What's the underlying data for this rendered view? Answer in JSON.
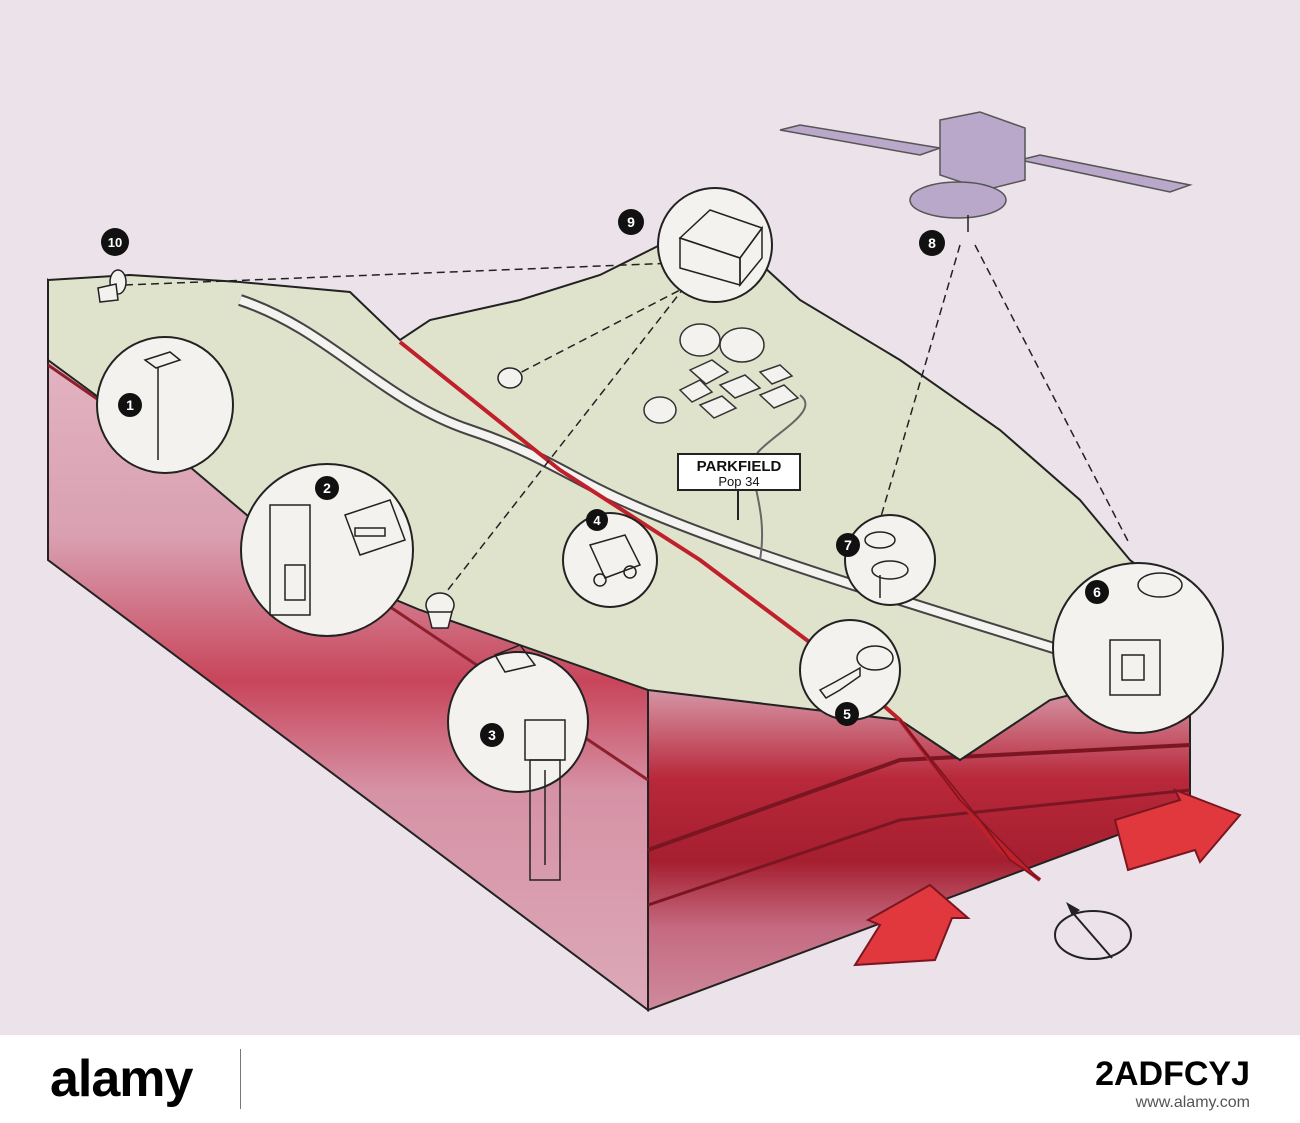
{
  "diagram": {
    "town_sign": {
      "name": "PARKFIELD",
      "population": "Pop 34"
    },
    "markers": [
      "1",
      "2",
      "3",
      "4",
      "5",
      "6",
      "7",
      "8",
      "9",
      "10"
    ],
    "colors": {
      "background": "#ece3ea",
      "surface": "#dfe3cc",
      "crust_top": "#d9a4b4",
      "crust_band": "#b82a3a",
      "fault": "#c0202a",
      "arrow": "#e0383c",
      "satellite": "#b9a8c9"
    }
  },
  "watermark": {
    "brand": "alamy",
    "image_id": "2ADFCYJ",
    "site": "www.alamy.com"
  }
}
